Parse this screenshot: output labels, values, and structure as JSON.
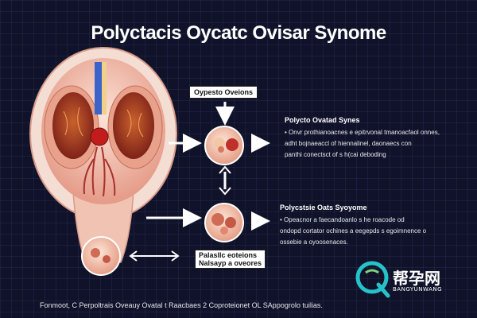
{
  "title": "Polyctacis Oycatc Ovisar Synome",
  "top_label": "Oypesto Oveions",
  "bottom_label_line1": "Palasllc eoteions",
  "bottom_label_line2": "Nalsayp a oveores",
  "upper_desc": {
    "title": "Polycto Ovatad Synes",
    "lines": [
      "• Onvr prothianoacnes e epitrvonal tmanoacfaol onnes,",
      "adht bojnaeaccl of hiennalinel, daonaecs con",
      "panthi conectsct of s h(cai deboding"
    ]
  },
  "lower_desc": {
    "title": "Polycstsie Oats Syoyome",
    "lines": [
      "• Opeacnor a faecandoanlo s he roacode od",
      "ondopd cortator ochines a eegepds s egoimnence o",
      "ossebie a oyoosenaces."
    ]
  },
  "footer": "Fonmoot, C Perpoltrais Oveauy Ovatal t Raacbaes 2 Coproteionet OL SAppogrolo tuilias.",
  "watermark": {
    "brand": "帮孕网",
    "sub": "BANGYUNWANG"
  },
  "colors": {
    "background": "#0f1228",
    "organ_pink": "#f2b7a8",
    "kidney_red": "#b8442e",
    "accent_blue": "#3a64c8",
    "watermark_teal": "#27c2c9"
  }
}
